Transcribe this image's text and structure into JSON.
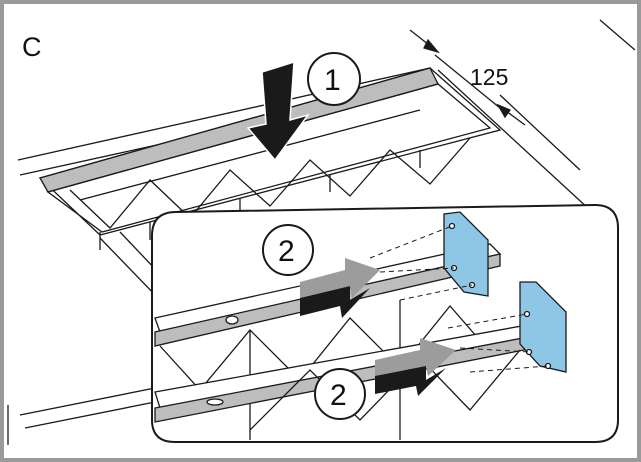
{
  "figure": {
    "panel_letter": "C",
    "dimension_value": "125",
    "steps": {
      "step_1": "1",
      "step_2a": "2",
      "step_2b": "2"
    },
    "colors": {
      "line": "#1a1a1a",
      "frame": "#9a9a9a",
      "bracket": "#8ec7e6",
      "arrow_dark": "#1a1a1a",
      "arrow_light": "#9c9c9c",
      "groove": "#bdbdbd"
    }
  }
}
